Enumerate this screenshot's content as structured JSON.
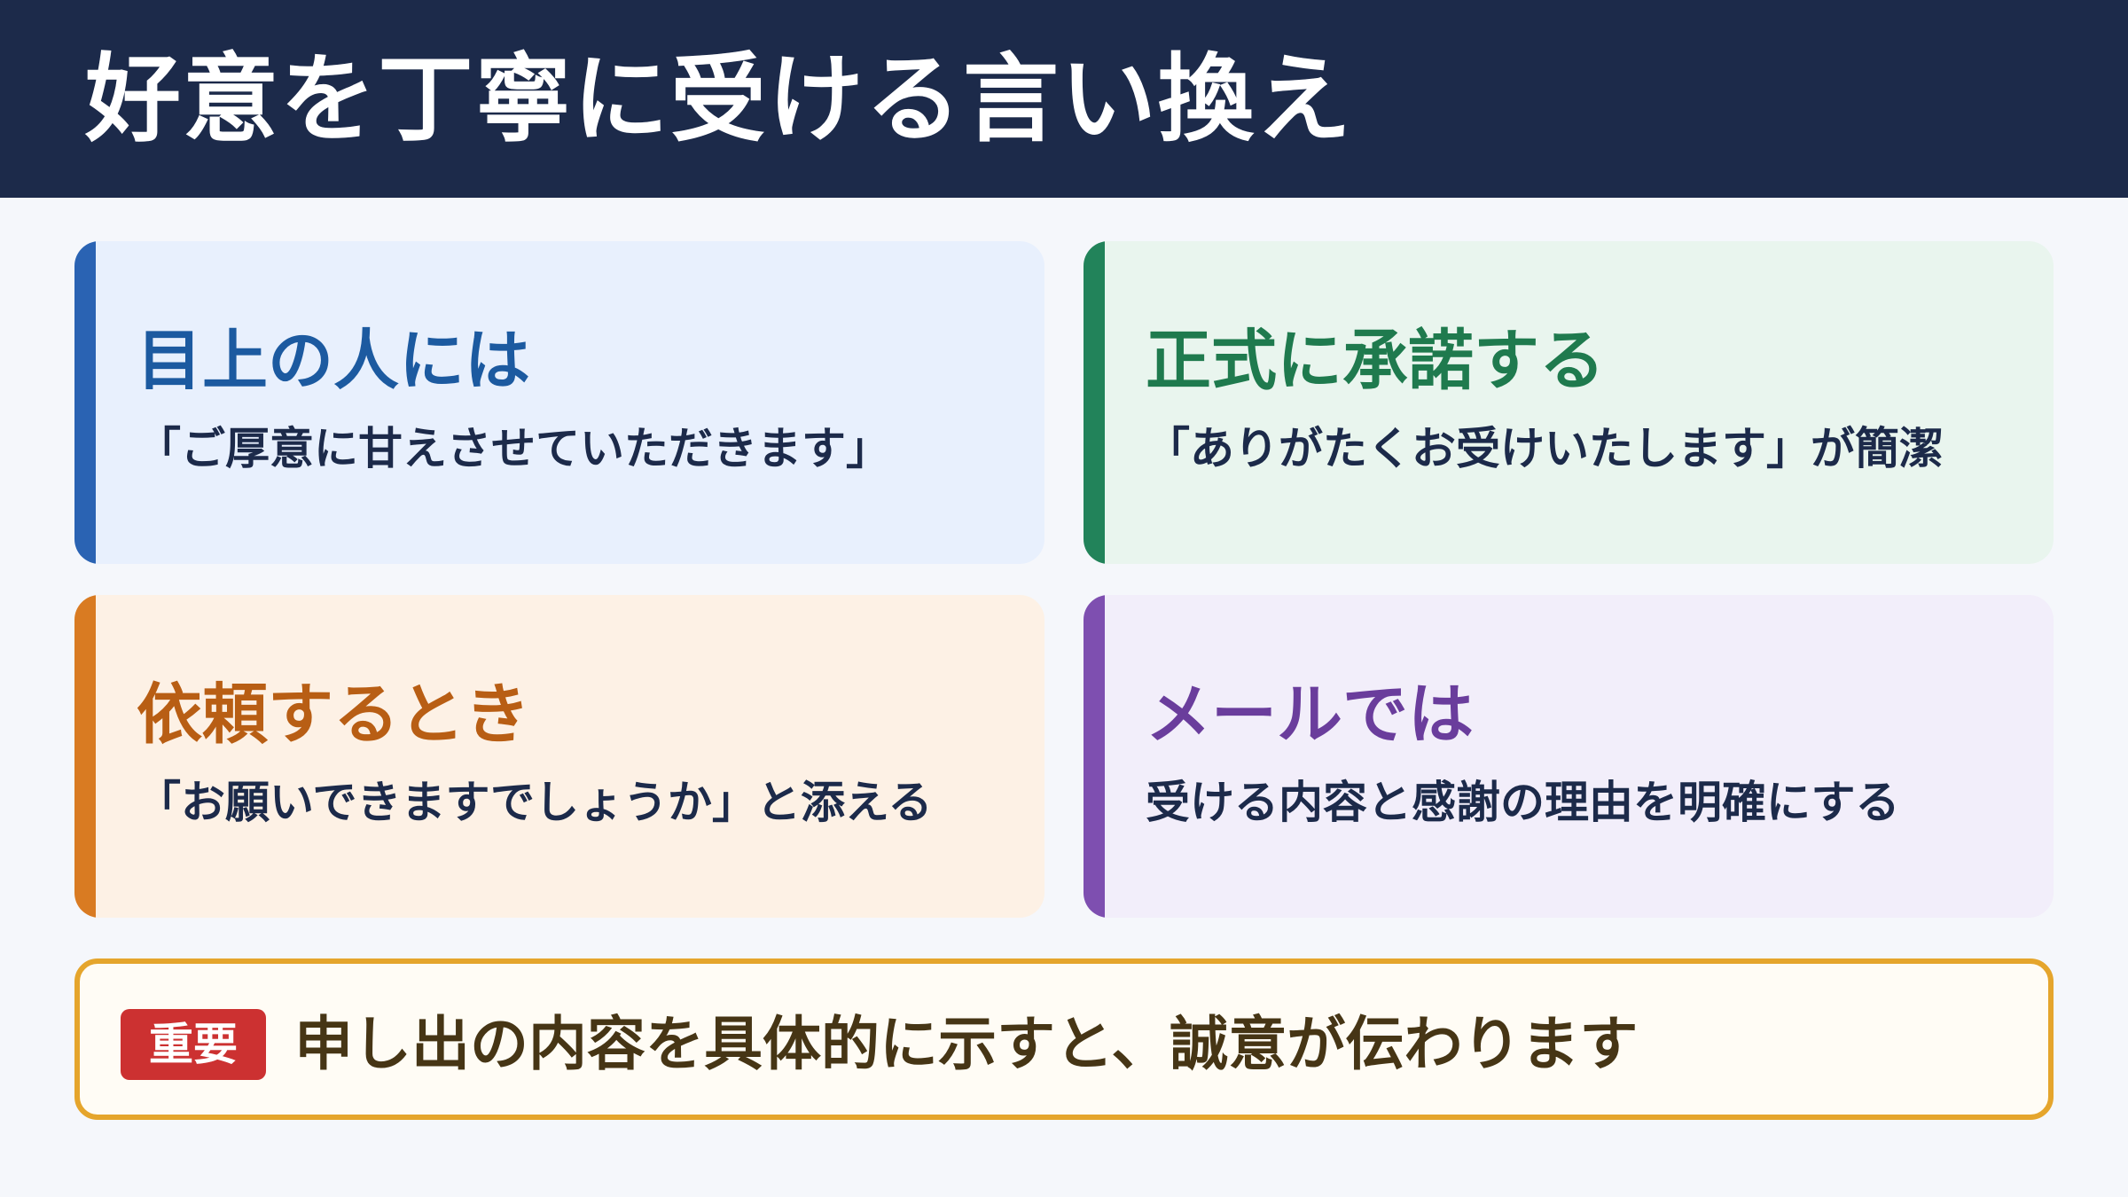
{
  "header": {
    "title": "好意を丁寧に受ける言い換え"
  },
  "cards": [
    {
      "title": "目上の人には",
      "body": "「ご厚意に甘えさせていただきます」"
    },
    {
      "title": "正式に承諾する",
      "body": "「ありがたくお受けいたします」が簡潔"
    },
    {
      "title": "依頼するとき",
      "body": "「お願いできますでしょうか」と添える"
    },
    {
      "title": "メールでは",
      "body": "受ける内容と感謝の理由を明確にする"
    }
  ],
  "note": {
    "badge": "重要",
    "text": "申し出の内容を具体的に示すと、誠意が伝わります"
  },
  "colors": {
    "header_bg": "#1c2a4a",
    "blue": "#2a63b3",
    "green": "#22835a",
    "orange": "#d97b22",
    "purple": "#7e4fb0",
    "badge_red": "#cc3131",
    "note_border": "#e5a52c"
  }
}
